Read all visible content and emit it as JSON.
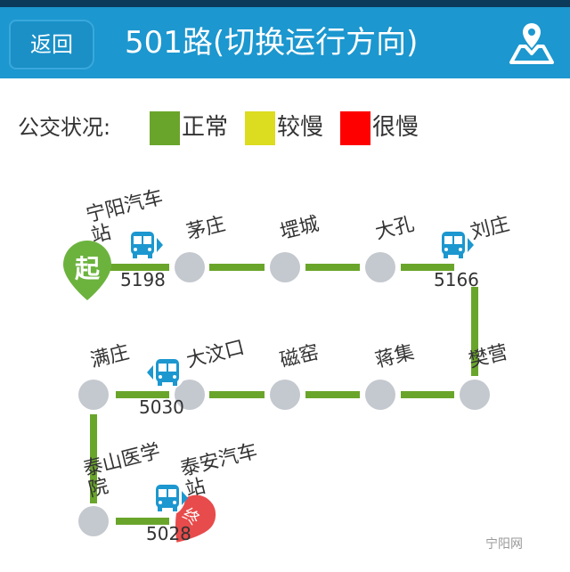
{
  "header": {
    "back_label": "返回",
    "title": "501路(切换运行方向)",
    "map_icon": "map-pin-icon"
  },
  "legend": {
    "label": "公交状况:",
    "items": [
      {
        "label": "正常",
        "color": "#6aa52b"
      },
      {
        "label": "较慢",
        "color": "#dcdc20"
      },
      {
        "label": "很慢",
        "color": "#ff0000"
      }
    ]
  },
  "stations": [
    "宁阳汽车站",
    "茅庄",
    "堽城",
    "大孔",
    "刘庄",
    "樊营",
    "蒋集",
    "磁窑",
    "大汶口",
    "满庄",
    "泰山医学院",
    "泰安汽车站"
  ],
  "start_marker": "起",
  "end_marker": "终",
  "buses": [
    {
      "number": "5198",
      "direction": "right"
    },
    {
      "number": "5166",
      "direction": "right"
    },
    {
      "number": "5030",
      "direction": "left"
    },
    {
      "number": "5028",
      "direction": "right"
    }
  ],
  "watermark": "宁阳网"
}
